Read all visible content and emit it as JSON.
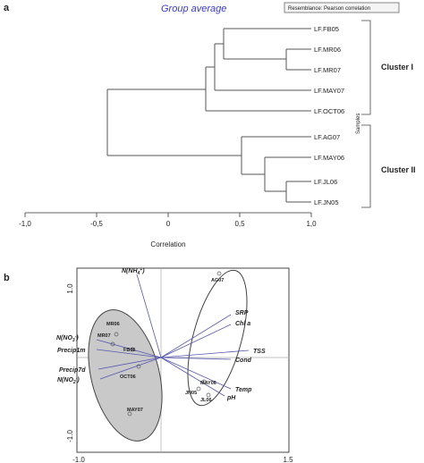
{
  "panel_a": {
    "panel_label": "a",
    "title": "Group average",
    "legend_box": "Resemblance: Pearson correlation",
    "samples_label": "Samples",
    "x_axis_label": "Correlation",
    "x_ticks": [
      "-1,0",
      "-0,5",
      "0",
      "0,5",
      "1,0"
    ],
    "leaves": [
      "LF.FB05",
      "LF.MR06",
      "LF.MR07",
      "LF.MAY07",
      "LF.OCT06",
      "LF.AG07",
      "LF.MAY06",
      "LF.JL06",
      "LF.JN05"
    ],
    "cluster_1": "Cluster I",
    "cluster_2": "Cluster II"
  },
  "panel_b": {
    "panel_label": "b",
    "y_ticks": [
      "1.0",
      "-1.0"
    ],
    "x_ticks": [
      "-1.0",
      "1.5"
    ],
    "env_labels": {
      "nh4": "N(NH4+)",
      "no3": "N(NO3-)",
      "precip1m": "Precip1m",
      "precip7d": "Precip7d",
      "no2": "N(NO2-)",
      "srp": "SRP",
      "chla": "Chl a",
      "tss": "TSS",
      "cond": "Cond",
      "temp": "Temp",
      "ph": "pH"
    },
    "sites": {
      "mr06": "MR06",
      "mr07": "MR07",
      "fb05": "FB05",
      "oct06": "OCT06",
      "may07": "MAY07",
      "ag07": "AG07",
      "may06": "MAY06",
      "jn05": "JN05",
      "jl06": "JL06"
    }
  }
}
